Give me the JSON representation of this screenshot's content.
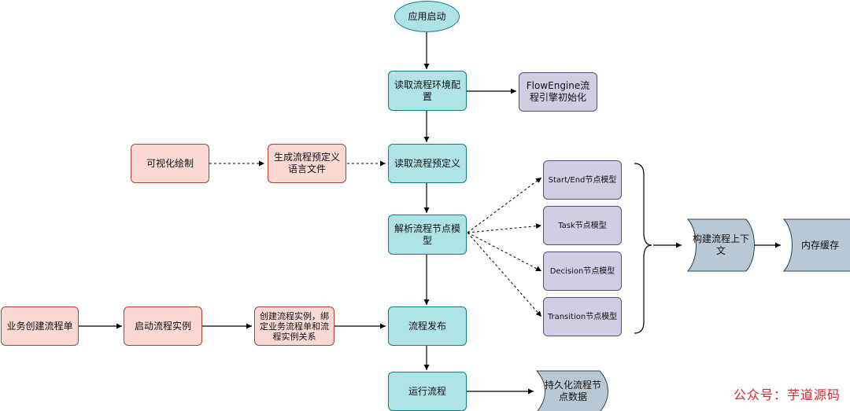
{
  "diagram": {
    "nodes": {
      "app_start": "应用启动",
      "read_env": "读取流程环境配置",
      "engine_init": "FlowEngine流程引擎初始化",
      "visual_draw": "可视化绘制",
      "gen_def_file": "生成流程预定义语言文件",
      "read_def": "读取流程预定义",
      "parse_nodes": "解析流程节点模型",
      "start_end_model": "Start/End节点模型",
      "task_model": "Task节点模型",
      "decision_model": "Decision节点模型",
      "transition_model": "Transition节点模型",
      "build_context": "构建流程上下文",
      "memory_cache": "内存缓存",
      "biz_create": "业务创建流程单",
      "start_instance": "启动流程实例",
      "create_instance": "创建流程实例，绑定业务流程单和流程实例关系",
      "publish": "流程发布",
      "run": "运行流程",
      "persist": "持久化流程节点数据"
    }
  },
  "watermark": "公众号：芋道源码"
}
